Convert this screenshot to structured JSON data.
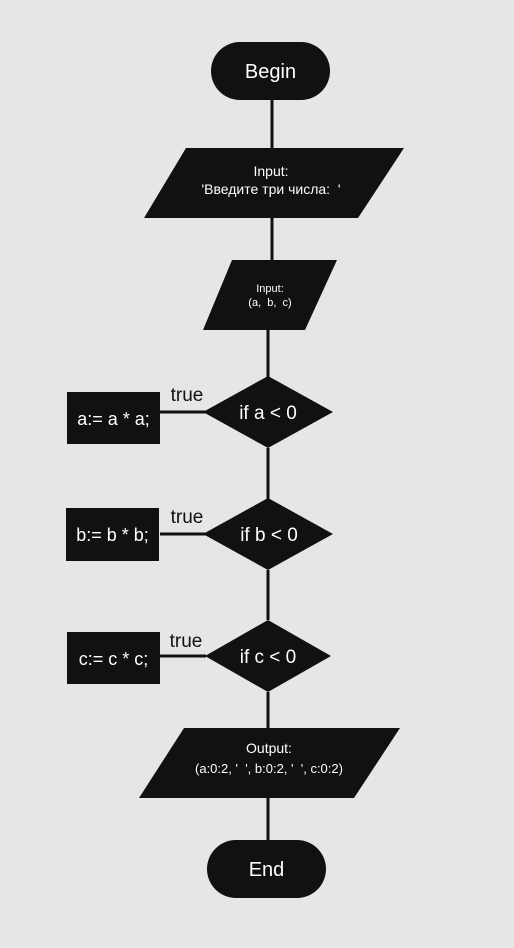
{
  "colors": {
    "background": "#e6e6e6",
    "shape_fill": "#111111",
    "shape_text": "#ffffff",
    "line": "#111111"
  },
  "flowchart": {
    "begin": {
      "label": "Begin"
    },
    "input_prompt": {
      "line1": "Input:",
      "line2": "'Введите три числа:  '"
    },
    "input_vars": {
      "line1": "Input:",
      "line2": "(a,  b,  c)"
    },
    "cond_a": {
      "label": "if a < 0",
      "branch_label": "true",
      "action": "a:= a * a;"
    },
    "cond_b": {
      "label": "if b < 0",
      "branch_label": "true",
      "action": "b:= b * b;"
    },
    "cond_c": {
      "label": "if c < 0",
      "branch_label": "true",
      "action": "c:= c * c;"
    },
    "output": {
      "line1": "Output:",
      "line2": "(a:0:2, '  ', b:0:2, '  ', c:0:2)"
    },
    "end": {
      "label": "End"
    }
  }
}
